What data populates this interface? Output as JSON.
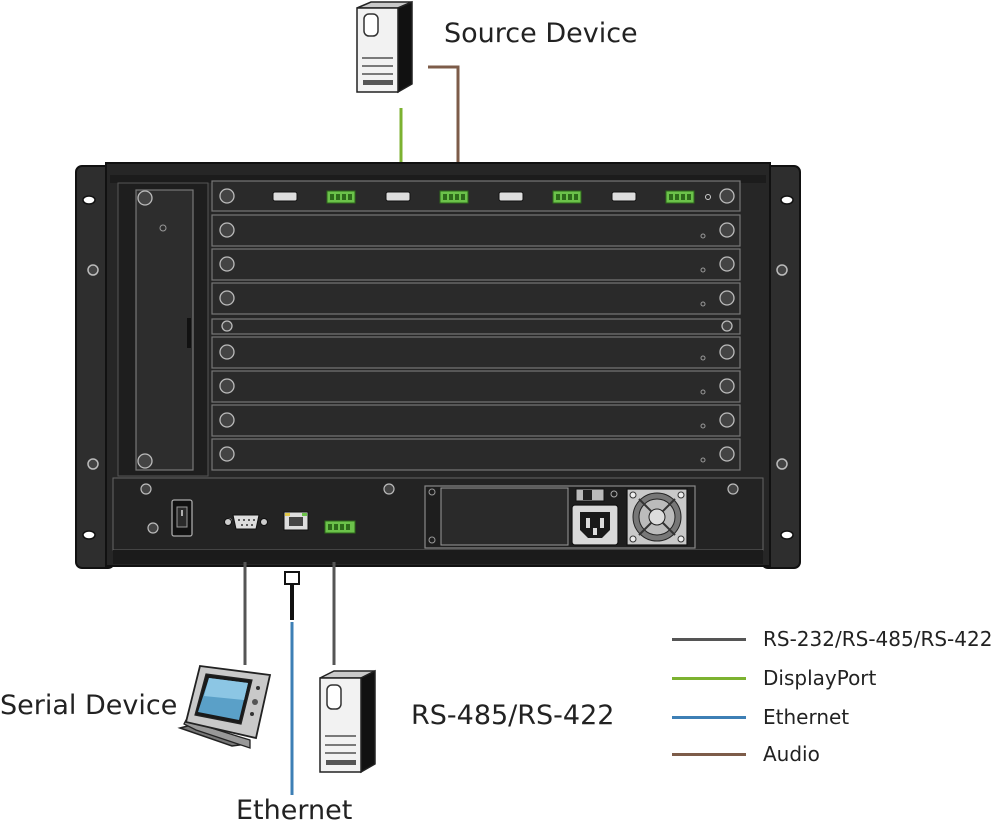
{
  "labels": {
    "source_device": "Source Device",
    "serial_device": "Serial Device",
    "rs485_rs422": "RS-485/RS-422",
    "ethernet": "Ethernet"
  },
  "legend": [
    {
      "label": "RS-232/RS-485/RS-422",
      "color": "#555555"
    },
    {
      "label": "DisplayPort",
      "color": "#7cb230"
    },
    {
      "label": "Ethernet",
      "color": "#3d7fb5"
    },
    {
      "label": "Audio",
      "color": "#7d5c49"
    }
  ],
  "icons": {
    "source": "tower-computer-icon",
    "serial": "touch-panel-icon",
    "rs485": "tower-computer-icon",
    "chassis": "matrix-switch-chassis"
  }
}
